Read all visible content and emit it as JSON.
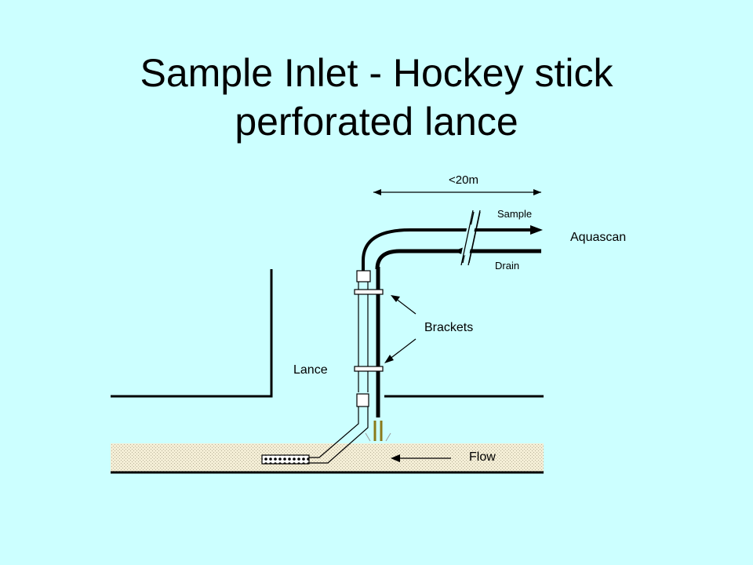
{
  "title": {
    "line1": "Sample Inlet - Hockey stick",
    "line2": "perforated lance"
  },
  "diagram": {
    "distance_label": "<20m",
    "sample_label": "Sample",
    "drain_label": "Drain",
    "destination_label": "Aquascan",
    "brackets_label": "Brackets",
    "lance_label": "Lance",
    "flow_label": "Flow"
  }
}
